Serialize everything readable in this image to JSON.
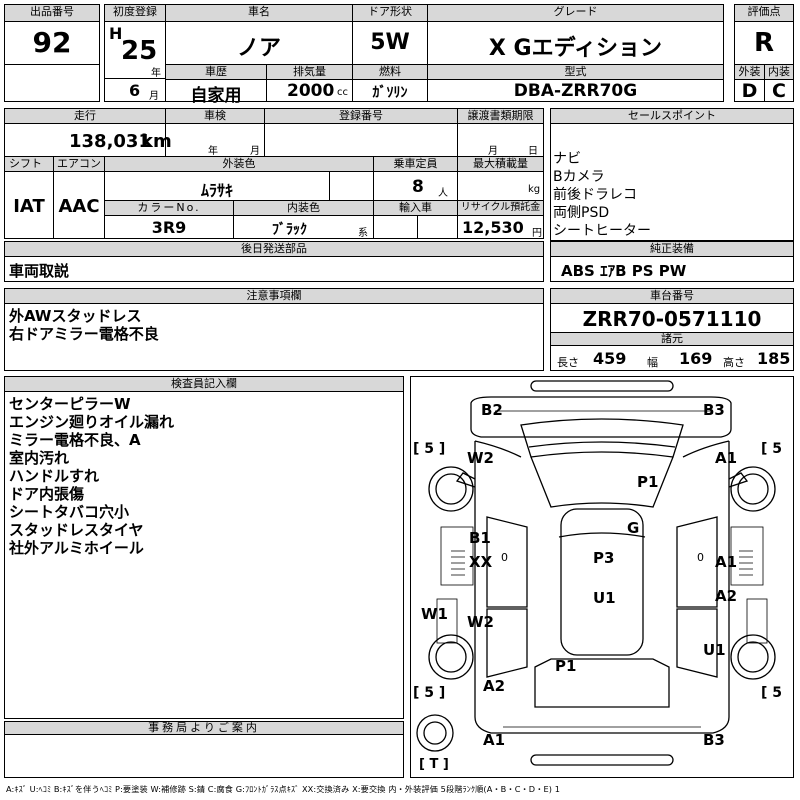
{
  "header": {
    "lot_no_label": "出品番号",
    "lot_no": "92",
    "first_reg_label": "初度登録",
    "era": "H",
    "year": "25",
    "year_unit": "年",
    "month": "6",
    "month_unit": "月",
    "car_name_label": "車名",
    "car_name": "ノア",
    "doors_label": "ドア形状",
    "doors": "5W",
    "grade_label": "グレード",
    "grade": "X Gエディション",
    "score_label": "評価点",
    "score": "R",
    "history_label": "車歴",
    "history": "自家用",
    "displacement_label": "排気量",
    "displacement": "2000",
    "displacement_unit": "cc",
    "fuel_label": "燃料",
    "fuel": "ｶﾞｿﾘﾝ",
    "model_label": "型式",
    "model": "DBA-ZRR70G",
    "ext_label": "外装",
    "ext": "D",
    "int_label": "内装",
    "int": "C"
  },
  "row2": {
    "mileage_label": "走行",
    "mileage": "138,031",
    "mileage_unit": "km",
    "inspection_label": "車検",
    "insp_year_unit": "年",
    "insp_month_unit": "月",
    "reg_no_label": "登録番号",
    "transfer_label": "譲渡書類期限",
    "transfer_month_unit": "月",
    "transfer_day_unit": "日",
    "shift_label": "シフト",
    "shift": "IAT",
    "ac_label": "エアコン",
    "ac": "AAC",
    "color_label": "外装色",
    "color": "ﾑﾗｻｷ",
    "capacity_label": "乗車定員",
    "capacity": "8",
    "capacity_unit": "人",
    "load_label": "最大積載量",
    "load_unit": "kg",
    "color_no_label": "カラーNo.",
    "color_no": "3R9",
    "int_color_label": "内装色",
    "int_color": "ﾌﾞﾗｯｸ",
    "int_color_unit": "系",
    "import_label": "輸入車",
    "recycle_label": "リサイクル預託金",
    "recycle": "12,530",
    "recycle_unit": "円",
    "later_parts_label": "後日発送部品",
    "later_parts": "車両取説"
  },
  "sales": {
    "label": "セールスポイント",
    "items": [
      "ナビ",
      "Bカメラ",
      "前後ドラレコ",
      "両側PSD",
      "シートヒーター"
    ]
  },
  "equipment": {
    "label": "純正装備",
    "value": "ABS ｴｱB PS PW"
  },
  "notes": {
    "label": "注意事項欄",
    "items": [
      "外AWスタッドレス",
      "右ドアミラー電格不良"
    ]
  },
  "chassis": {
    "label": "車台番号",
    "value": "ZRR70-0571110",
    "dims_label": "諸元",
    "length_label": "長さ",
    "length": "459",
    "width_label": "幅",
    "width": "169",
    "height_label": "高さ",
    "height": "185"
  },
  "inspector": {
    "label": "検査員記入欄",
    "items": [
      "センターピラーW",
      "エンジン廻りオイル漏れ",
      "ミラー電格不良、A",
      "室内汚れ",
      "ハンドルすれ",
      "ドア内張傷",
      "シートタバコ穴小",
      "スタッドレスタイヤ",
      "社外アルミホイール"
    ]
  },
  "office": {
    "label": "事務局よりご案内"
  },
  "diagram": {
    "marks": {
      "b2": "B2",
      "b3_top": "B3",
      "w2_top": "W2",
      "a1_top": "A1",
      "p1_top": "P1",
      "g": "G",
      "b1": "B1",
      "xx": "XX",
      "p3": "P3",
      "a1_mid": "A1",
      "a2_right": "A2",
      "u1_center": "U1",
      "w1": "W1",
      "w2_mid": "W2",
      "u1_right": "U1",
      "p1_bottom": "P1",
      "a2_bottom": "A2",
      "a1_bottom": "A1",
      "b3_bottom": "B3"
    },
    "tire_tl": "[ 5 ]",
    "tire_tr": "[ 5",
    "tire_bl": "[ 5 ]",
    "tire_br": "[ 5",
    "spare": "[ T ]",
    "zero_left": "0",
    "zero_right": "0"
  },
  "legend": "A:ｷｽﾞ U:ﾍｺﾐ B:ｷｽﾞを伴うﾍｺﾐ P:要塗装 W:補修跡 S:錆 C:腐食 G:ﾌﾛﾝﾄｶﾞﾗｽ点ｷｽﾞ XX:交換済み X:要交換 内・外装評価 5段階ﾗﾝｸ順(A・B・C・D・E) 1"
}
